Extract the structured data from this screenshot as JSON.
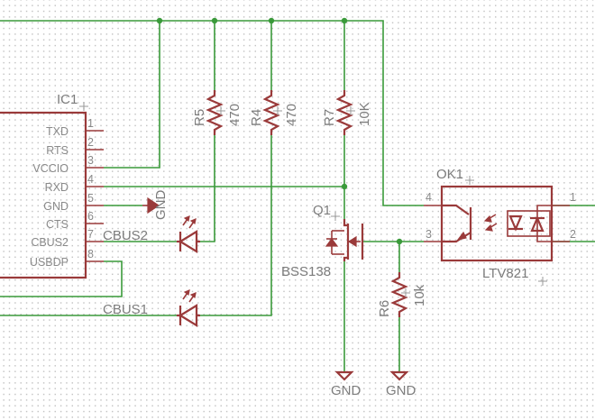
{
  "ic1": {
    "ref": "IC1",
    "pins": [
      {
        "name": "TXD",
        "num": "1"
      },
      {
        "name": "RTS",
        "num": "2"
      },
      {
        "name": "VCCIO",
        "num": "3"
      },
      {
        "name": "RXD",
        "num": "4"
      },
      {
        "name": "GND",
        "num": "5"
      },
      {
        "name": "CTS",
        "num": "6"
      },
      {
        "name": "CBUS2",
        "num": "7"
      },
      {
        "name": "USBDP",
        "num": "8"
      }
    ]
  },
  "resistors": {
    "r5": {
      "ref": "R5",
      "value": "470"
    },
    "r4": {
      "ref": "R4",
      "value": "470"
    },
    "r7": {
      "ref": "R7",
      "value": "10K"
    },
    "r6": {
      "ref": "R6",
      "value": "10k"
    }
  },
  "nets": {
    "cbus2": "CBUS2",
    "cbus1": "CBUS1"
  },
  "mosfet": {
    "ref": "Q1",
    "value": "BSS138"
  },
  "optocoupler": {
    "ref": "OK1",
    "value": "LTV821",
    "pins": {
      "p1": "1",
      "p2": "2",
      "p3": "3",
      "p4": "4"
    }
  },
  "grounds": {
    "gnd_pin5": "GND",
    "gnd_q1": "GND",
    "gnd_r6": "GND"
  }
}
